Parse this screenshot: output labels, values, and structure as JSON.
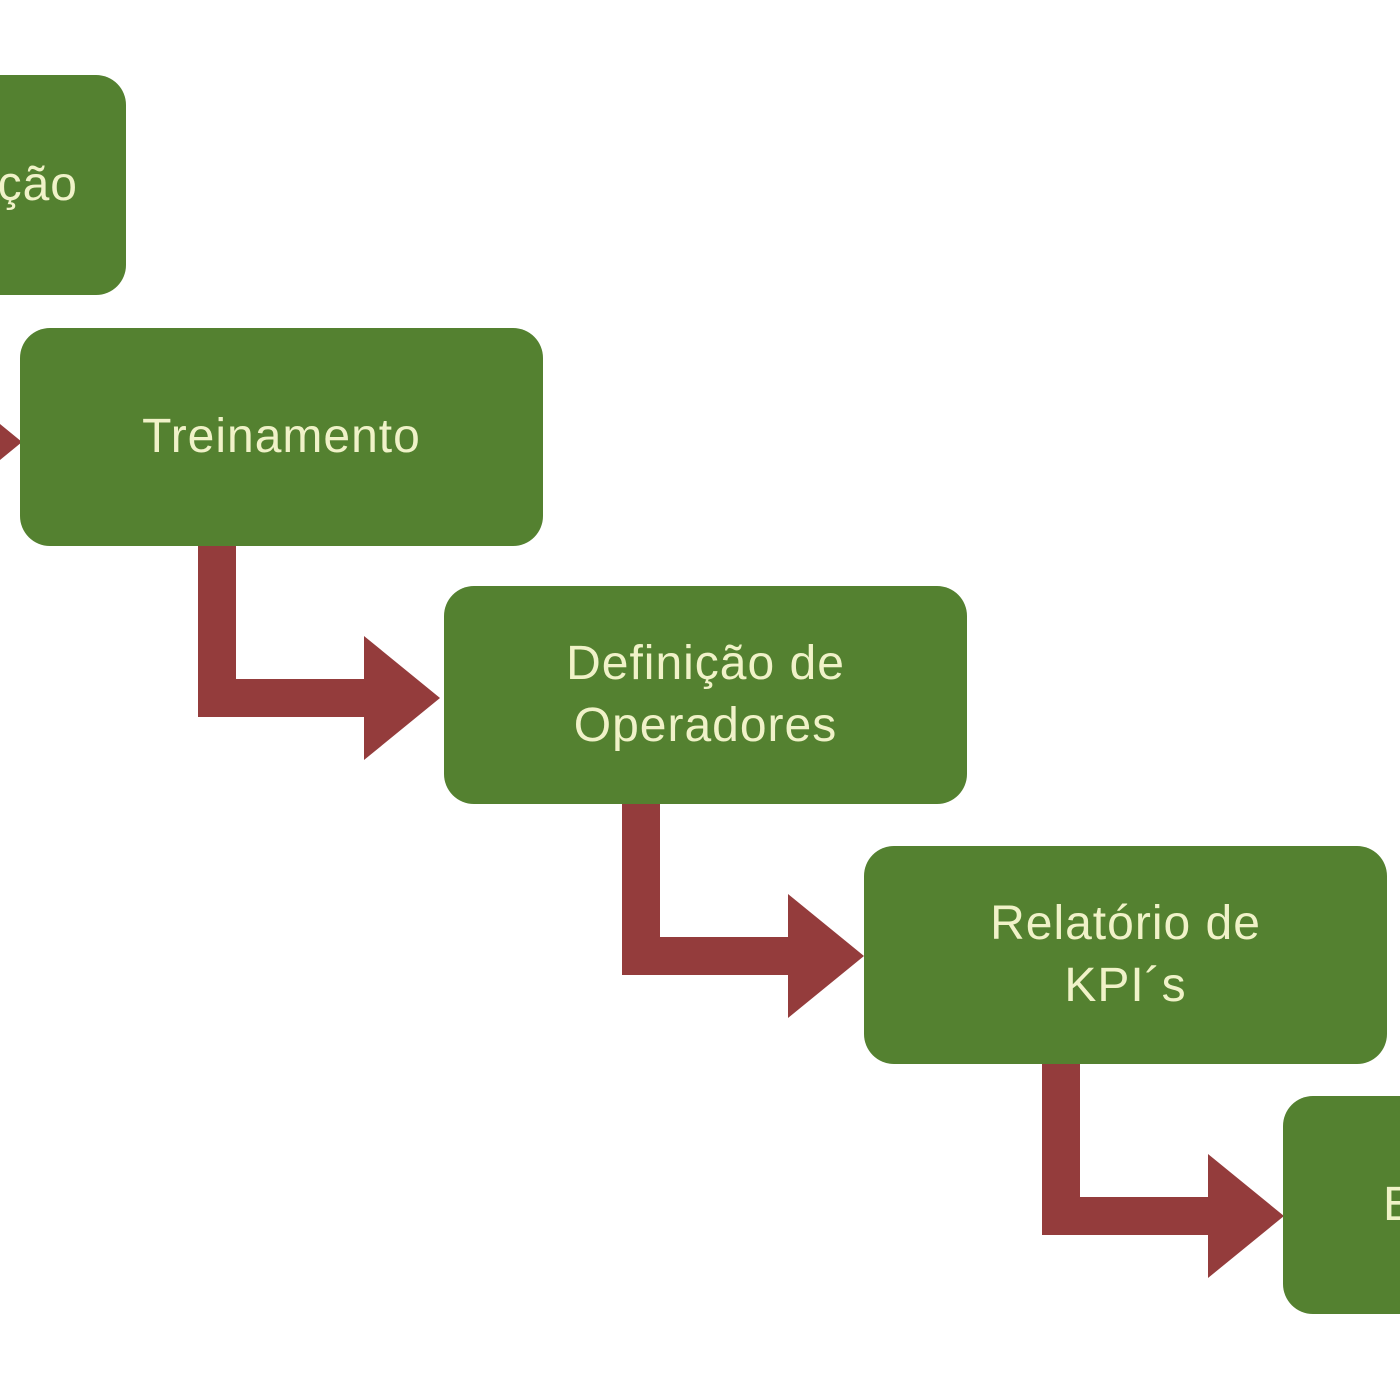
{
  "diagram": {
    "colors": {
      "box_fill": "#548130",
      "box_text": "#f0f2c8",
      "arrow": "#943c3c",
      "background": "#ffffff"
    },
    "steps": [
      {
        "label": "ção"
      },
      {
        "label": "Treinamento"
      },
      {
        "label": "Definição de\nOperadores"
      },
      {
        "label": "Relatório de\nKPI´s"
      },
      {
        "label": "E"
      }
    ],
    "connectors": [
      {
        "from": 0,
        "to": 1
      },
      {
        "from": 1,
        "to": 2
      },
      {
        "from": 2,
        "to": 3
      },
      {
        "from": 3,
        "to": 4
      }
    ]
  }
}
